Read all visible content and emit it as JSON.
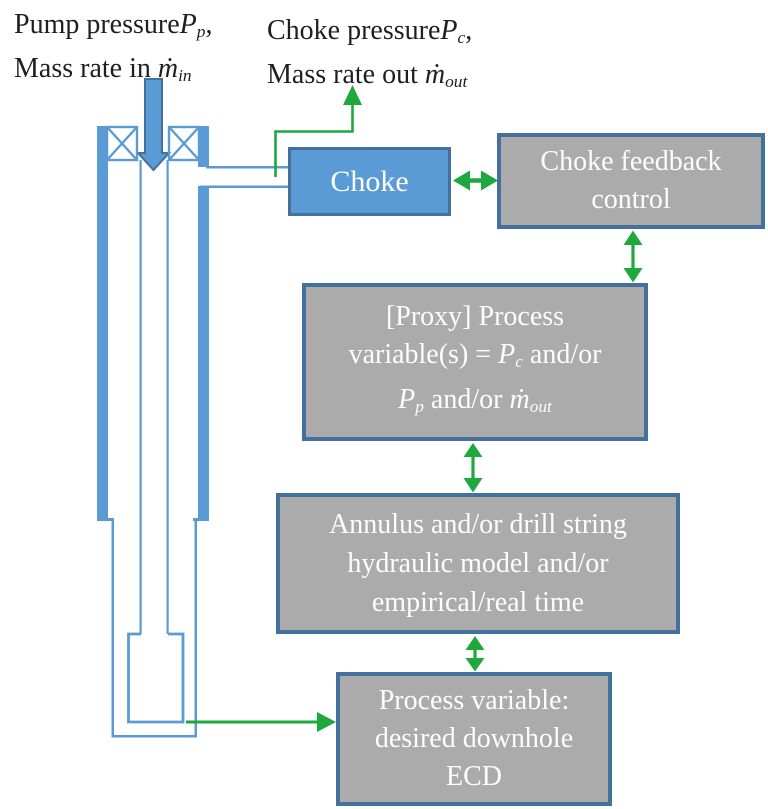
{
  "colors": {
    "blue": "#5b9bd5",
    "blue_dark": "#41719c",
    "gray_fill": "#ababab",
    "gray_border": "#44709d",
    "green": "#1ea83e",
    "text_white": "#fdfdfd",
    "text_black": "#1f1f1f",
    "page_bg": "#ffffff"
  },
  "top_labels": {
    "pump": [
      {
        "t": "Pump pressure"
      },
      {
        "t": "P",
        "i": true
      },
      {
        "t": "p",
        "sub": true
      },
      {
        "t": ","
      },
      {
        "br": true
      },
      {
        "t": "Mass rate in "
      },
      {
        "t": "ṁ",
        "i": true
      },
      {
        "t": "in",
        "sub": true
      }
    ],
    "choke_out": [
      {
        "t": "Choke pressure"
      },
      {
        "t": "P",
        "i": true
      },
      {
        "t": "c",
        "sub": true
      },
      {
        "t": ","
      },
      {
        "br": true
      },
      {
        "t": "Mass rate out "
      },
      {
        "t": "ṁ",
        "i": true
      },
      {
        "t": "out",
        "sub": true
      }
    ]
  },
  "boxes": {
    "choke": {
      "label": [
        {
          "t": "Choke"
        }
      ]
    },
    "feedback": {
      "label": [
        {
          "t": "Choke feedback"
        },
        {
          "br": true
        },
        {
          "t": "control"
        }
      ]
    },
    "proxy": {
      "label": [
        {
          "t": "[Proxy] Process"
        },
        {
          "br": true
        },
        {
          "t": "variable(s) = "
        },
        {
          "t": "P",
          "i": true
        },
        {
          "t": "c",
          "sub": true
        },
        {
          "t": " and/or"
        },
        {
          "br": true
        },
        {
          "t": "P",
          "i": true
        },
        {
          "t": "p",
          "sub": true
        },
        {
          "t": " and/or "
        },
        {
          "t": "ṁ",
          "i": true
        },
        {
          "t": "out",
          "sub": true
        }
      ]
    },
    "hydraulic": {
      "label": [
        {
          "t": "Annulus and/or drill string"
        },
        {
          "br": true
        },
        {
          "t": "hydraulic model and/or"
        },
        {
          "br": true
        },
        {
          "t": "empirical/real time"
        }
      ]
    },
    "ecd": {
      "label": [
        {
          "t": "Process variable:"
        },
        {
          "br": true
        },
        {
          "t": "desired downhole"
        },
        {
          "br": true
        },
        {
          "t": "ECD"
        }
      ]
    }
  }
}
